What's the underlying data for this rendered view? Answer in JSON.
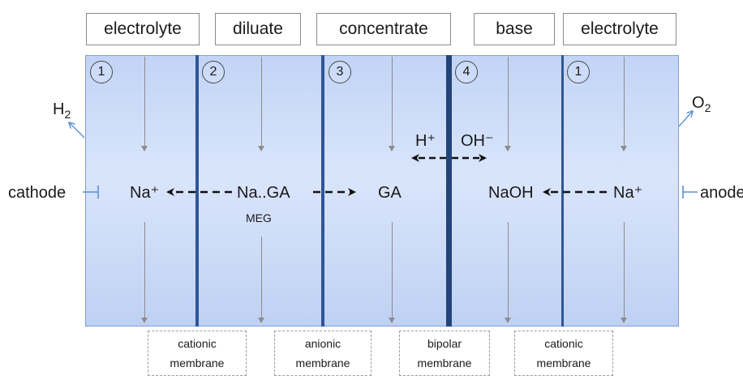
{
  "compartments": [
    {
      "name": "electrolyte",
      "number": "1"
    },
    {
      "name": "diluate",
      "number": "2"
    },
    {
      "name": "concentrate",
      "number": "3"
    },
    {
      "name": "base",
      "number": "4"
    },
    {
      "name": "electrolyte",
      "number": "1"
    }
  ],
  "electrodes": {
    "cathode": {
      "label": "cathode",
      "gas": "H",
      "gas_sub": "2"
    },
    "anode": {
      "label": "anode",
      "gas": "O",
      "gas_sub": "2"
    }
  },
  "species": {
    "na_left": "Na⁺",
    "na_ga": "Na..GA",
    "meg": "MEG",
    "ga": "GA",
    "h_plus": "H⁺",
    "oh_minus": "OH⁻",
    "naoh": "NaOH",
    "na_right": "Na⁺"
  },
  "membranes": [
    {
      "line1": "cationic",
      "line2": "membrane"
    },
    {
      "line1": "anionic",
      "line2": "membrane"
    },
    {
      "line1": "bipolar",
      "line2": "membrane"
    },
    {
      "line1": "cationic",
      "line2": "membrane"
    }
  ],
  "colors": {
    "cell_fill": "#cddcf7",
    "membrane": "#2f5597",
    "gas_arrow": "#5b8fd1",
    "flow_line": "#8c8c8c"
  }
}
